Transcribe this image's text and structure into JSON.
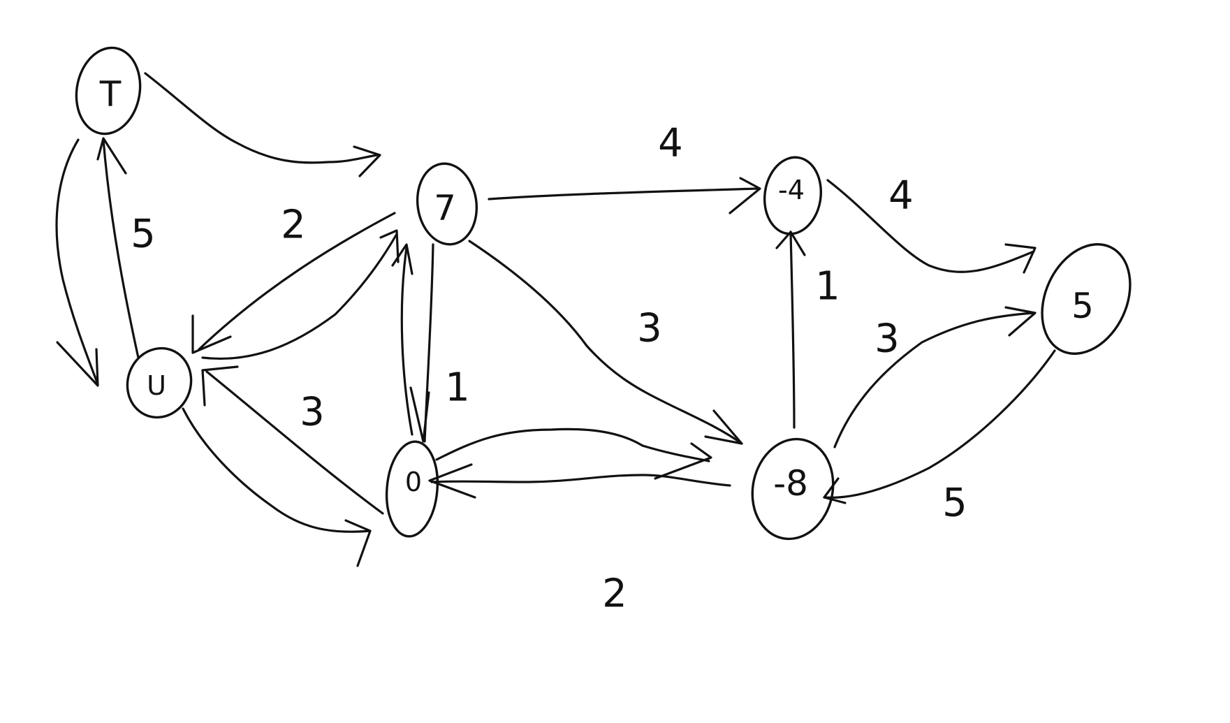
{
  "graph": {
    "stroke_color": "#111111",
    "background": "#ffffff",
    "nodes": [
      {
        "id": "n_top",
        "label": "T"
      },
      {
        "id": "n_left",
        "label": "U"
      },
      {
        "id": "n_mid_top",
        "label": "7"
      },
      {
        "id": "n_mid_bottom",
        "label": "0"
      },
      {
        "id": "n_right_top",
        "label": "-4"
      },
      {
        "id": "n_right_bottom",
        "label": "-8"
      },
      {
        "id": "n_far_right",
        "label": "5"
      }
    ],
    "weights": [
      {
        "id": "w_top_left",
        "label": "5"
      },
      {
        "id": "w_left_mid_top",
        "label": "2"
      },
      {
        "id": "w_mid_bottom_left",
        "label": "3"
      },
      {
        "id": "w_mid_vertical",
        "label": "1"
      },
      {
        "id": "w_top_horizontal",
        "label": "4"
      },
      {
        "id": "w_diagonal",
        "label": "3"
      },
      {
        "id": "w_right_top_far",
        "label": "4"
      },
      {
        "id": "w_right_vertical",
        "label": "1"
      },
      {
        "id": "w_right_bottom_far",
        "label": "3"
      },
      {
        "id": "w_far_bottom",
        "label": "5"
      },
      {
        "id": "w_bottom_center",
        "label": "2"
      }
    ]
  }
}
